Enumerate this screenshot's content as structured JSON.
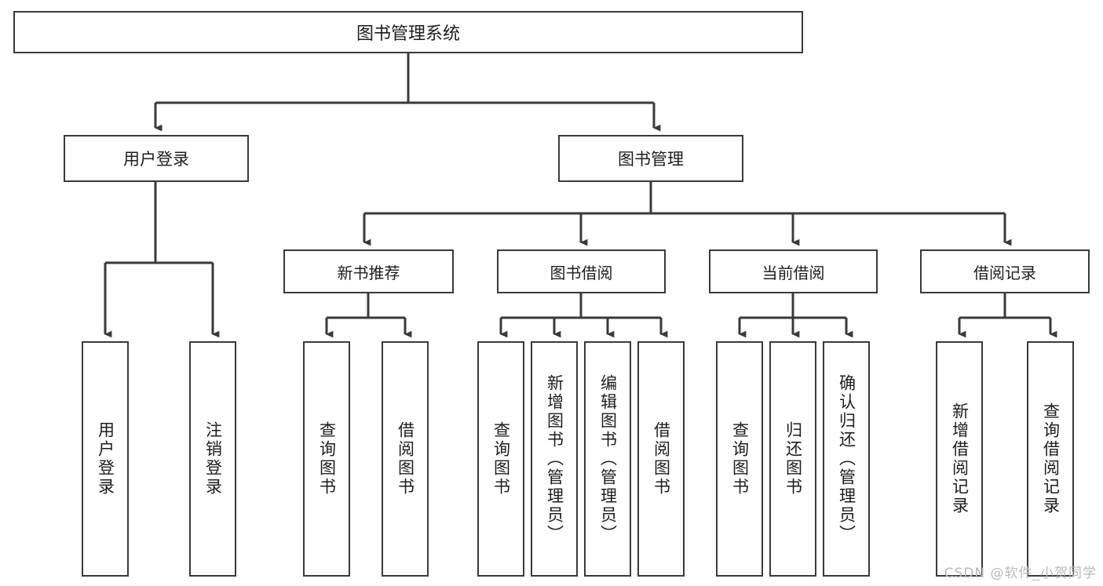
{
  "diagram": {
    "title": "图书管理系统",
    "type": "tree-hierarchy-chart",
    "root": {
      "label": "图书管理系统"
    },
    "level1": [
      {
        "label": "用户登录"
      },
      {
        "label": "图书管理"
      }
    ],
    "level2": [
      {
        "label": "新书推荐"
      },
      {
        "label": "图书借阅"
      },
      {
        "label": "当前借阅"
      },
      {
        "label": "借阅记录"
      }
    ],
    "leaves": {
      "user_login": [
        {
          "label": "用户登录"
        },
        {
          "label": "注销登录"
        }
      ],
      "new_book_recommend": [
        {
          "label": "查询图书"
        },
        {
          "label": "借阅图书"
        }
      ],
      "book_borrow": [
        {
          "label": "查询图书"
        },
        {
          "label": "新增图书（管理员）"
        },
        {
          "label": "编辑图书（管理员）"
        },
        {
          "label": "借阅图书"
        }
      ],
      "current_borrow": [
        {
          "label": "查询图书"
        },
        {
          "label": "归还图书"
        },
        {
          "label": "确认归还（管理员）"
        }
      ],
      "borrow_record": [
        {
          "label": "新增借阅记录"
        },
        {
          "label": "查询借阅记录"
        }
      ]
    }
  },
  "watermark": {
    "text": "CSDN @软件_小贺同学"
  },
  "colors": {
    "stroke": "#3a3a3a",
    "box_fill": "#ffffff",
    "text": "#1d1d1d",
    "watermark": "#b9b9b9"
  }
}
